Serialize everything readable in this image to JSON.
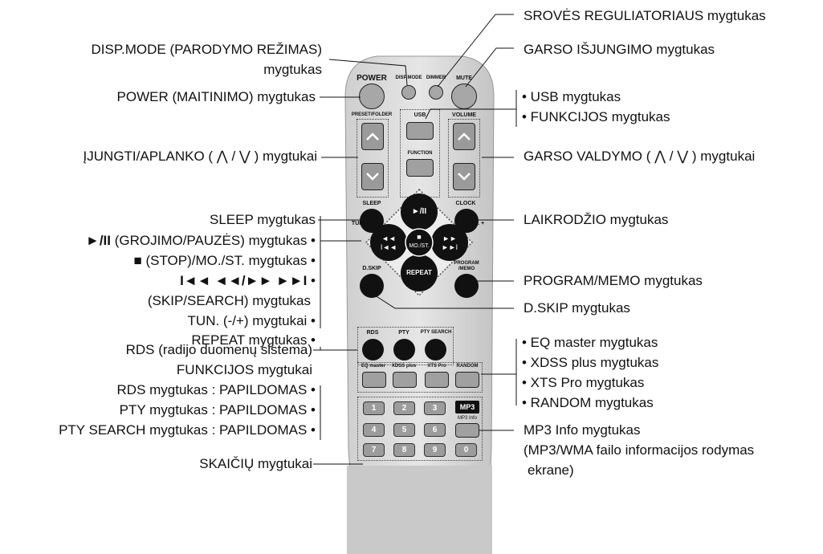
{
  "labels": {
    "srovés": "SROVĖS REGULIATORIAUS mygtukas",
    "disp_line1": "DISP.MODE (PARODYMO REŽIMAS)",
    "disp_line2": "mygtukas",
    "garso_isjungimo": "GARSO IŠJUNGIMO mygtukas",
    "power": "POWER (MAITINIMO) mygtukas",
    "usb": "• USB mygtukas",
    "funkcijos": "• FUNKCIJOS mygtukas",
    "ijungti": "ĮJUNGTI/APLANKO ( ⋀ / ⋁ ) mygtukai",
    "garso_valdymo": "GARSO VALDYMO ( ⋀ / ⋁ ) mygtukai",
    "sleep": "SLEEP mygtukas",
    "laikrodzio": "LAIKRODŽIO mygtukas",
    "play_pause": "(GROJIMO/PAUZĖS) mygtukas •",
    "stop": "(STOP)/MO./ST. mygtukas •",
    "skip_glyphs": "•",
    "skip_search": "(SKIP/SEARCH) mygtukas",
    "tun": "TUN. (-/+) mygtukai •",
    "repeat": "REPEAT mygtukas •",
    "program": "PROGRAM/MEMO mygtukas",
    "dskip": "D.SKIP mygtukas",
    "rds_line1": "RDS (radijo duomenų sistema)",
    "rds_line2": "FUNKCIJOS mygtukai",
    "rds_button": "RDS mygtukas : PAPILDOMAS •",
    "pty_button": "PTY mygtukas : PAPILDOMAS •",
    "pty_search_button": "PTY SEARCH mygtukas : PAPILDOMAS •",
    "eq": "• EQ master mygtukas",
    "xdss": "• XDSS plus mygtukas",
    "xts": "• XTS Pro mygtukas",
    "random": "• RANDOM mygtukas",
    "mp3info_line1": "MP3 Info mygtukas",
    "mp3info_line2": "(MP3/WMA failo informacijos rodymas",
    "mp3info_line3": "ekrane)",
    "skaiciu": "SKAIČIŲ mygtukai"
  },
  "remote": {
    "power": "POWER",
    "disp_mode": "DISP.MODE",
    "dimmer": "DIMMER",
    "mute": "MUTE",
    "preset_folder": "PRESET/FOLDER",
    "usb": "USB",
    "function": "FUNCTION",
    "volume": "VOLUME",
    "sleep": "SLEEP",
    "clock": "CLOCK",
    "tun_minus": "TUN. –",
    "tun_plus": "TUN. +",
    "play": "►/II",
    "stop": "■",
    "mo_st": "MO./ST.",
    "repeat": "REPEAT",
    "dskip": "D.SKIP",
    "program": "PROGRAM",
    "memo": "/MEMO",
    "rds": "RDS",
    "pty": "PTY",
    "pty_search": "PTY SEARCH",
    "eq_master": "EQ master",
    "xdss_plus": "XDSS plus",
    "xts_pro": "XTS Pro",
    "random": "RANDOM",
    "mp3": "MP3",
    "mp3_info": "MP3 Info",
    "numbers": [
      "1",
      "2",
      "3",
      "4",
      "5",
      "6",
      "7",
      "8",
      "9",
      "0"
    ]
  }
}
